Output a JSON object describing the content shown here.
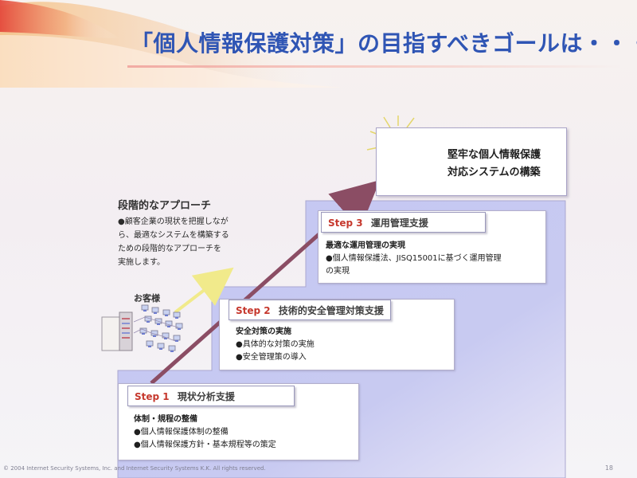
{
  "slide": {
    "title": "「個人情報保護対策」の目指すべきゴールは・・・",
    "goal": {
      "line1": "堅牢な個人情報保護",
      "line2": "対応システムの構築"
    },
    "approach": {
      "title": "段階的なアプローチ",
      "line1": "●顧客企業の現状を把握しなが",
      "line2": "ら、最適なシステムを構築する",
      "line3": "ための段階的なアプローチを",
      "line4": "実施します。"
    },
    "customer_label": "お客様",
    "steps": [
      {
        "number": "Step 1",
        "title": "現状分析支援",
        "heading": "体制・規程の整備",
        "bullets": [
          "●個人情報保護体制の整備",
          "●個人情報保護方針・基本規程等の策定"
        ]
      },
      {
        "number": "Step 2",
        "title": "技術的安全管理対策支援",
        "heading": "安全対策の実施",
        "bullets": [
          "●具体的な対策の実施",
          "●安全管理策の導入"
        ]
      },
      {
        "number": "Step 3",
        "title": "運用管理支援",
        "heading": "最適な運用管理の実現",
        "bullets": [
          "●個人情報保護法、JISQ15001に基づく運用管理",
          "の実現"
        ]
      }
    ],
    "footer": "© 2004 Internet Security Systems, Inc. and Internet Security Systems K.K. All rights reserved.",
    "page_number": "18"
  },
  "colors": {
    "title": "#2f55b4",
    "step_number": "#c6382d",
    "stair_fill": "#c7c9f1",
    "arrow": "#8b4d64",
    "yellow_arrow": "#f1ea8b",
    "medal_gold": "#d9a628",
    "ribbon": "#6f4b9f"
  },
  "icons": {
    "medal": "medal-icon",
    "server": "server-icon",
    "computers": "computer-network-icon"
  }
}
